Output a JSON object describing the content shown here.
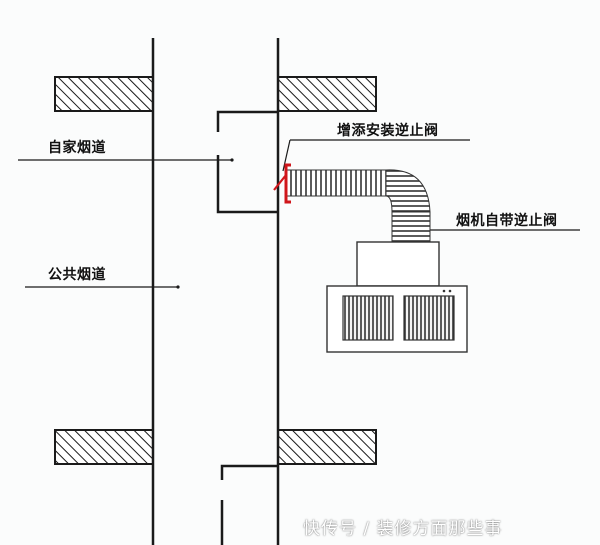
{
  "labels": {
    "own_flue": "自家烟道",
    "public_flue": "公共烟道",
    "added_check_valve": "增添安装逆止阀",
    "hood_builtin_valve": "烟机自带逆止阀"
  },
  "watermark": "快传号 / 装修方面那些事",
  "colors": {
    "line": "#1a1a1a",
    "valve_red": "#d0161b",
    "hatch": "#1a1a1a",
    "background": "#fbfcfc"
  }
}
